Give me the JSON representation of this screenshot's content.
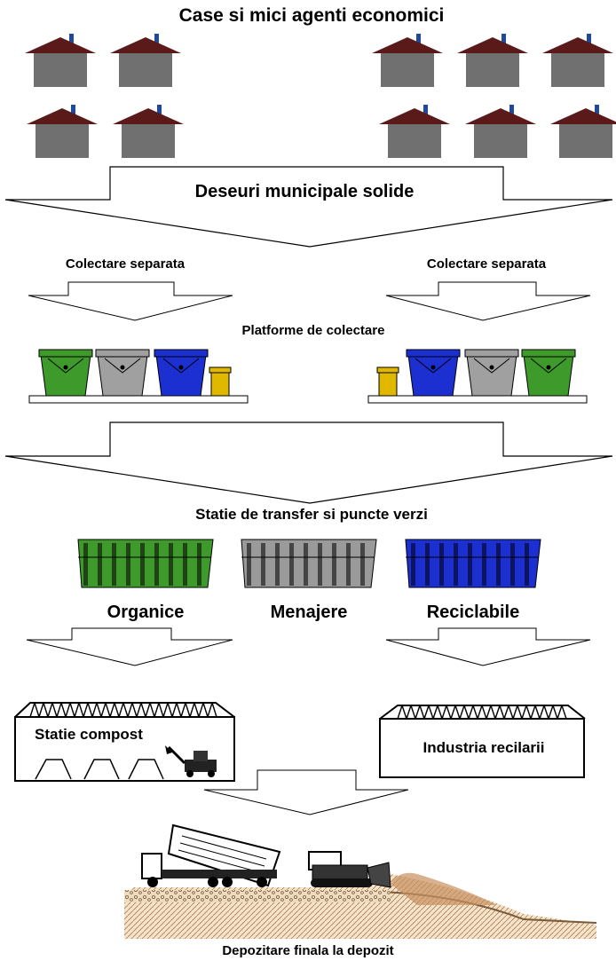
{
  "title": "Case si mici agenti economici",
  "labels": {
    "municipal_waste": "Deseuri municipale solide",
    "separate_collection_left": "Colectare separata",
    "separate_collection_right": "Colectare separata",
    "collection_platforms": "Platforme de colectare",
    "transfer_station": "Statie de transfer si puncte verzi",
    "compost_station": "Statie compost",
    "recycling_industry": "Industria recilarii",
    "final_disposal": "Depozitare finala la depozit"
  },
  "containers": [
    {
      "label": "Organice",
      "color": "#3f9a2c"
    },
    {
      "label": "Menajere",
      "color": "#9a9a9a"
    },
    {
      "label": "Reciclabile",
      "color": "#1c2fd0"
    }
  ],
  "colors": {
    "roof": "#5b1a1a",
    "wall": "#707070",
    "bin_green": "#3f9a2c",
    "bin_grey": "#a0a0a0",
    "bin_blue": "#1c2fd0",
    "bin_yellow": "#e0b800",
    "ground": "#e8c9a0"
  }
}
